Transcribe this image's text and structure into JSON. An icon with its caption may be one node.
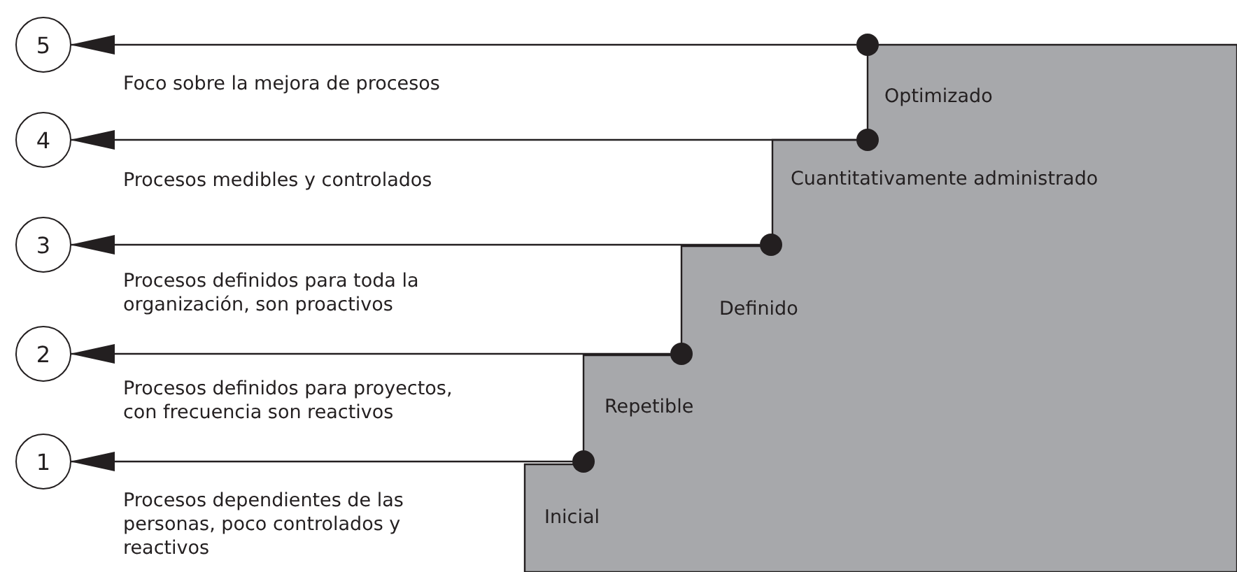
{
  "diagram": {
    "nodes": [
      {
        "text": [
          "5"
        ]
      },
      {
        "text": [],
        "shape": "circle"
      },
      {
        "text": [
          "4"
        ]
      },
      {
        "text": [],
        "shape": "circle"
      },
      {
        "text": [
          "3"
        ]
      },
      {
        "text": [],
        "shape": "circle"
      },
      {
        "text": [
          "2"
        ]
      },
      {
        "text": [],
        "shape": "circle"
      },
      {
        "text": [
          "1"
        ]
      },
      {
        "text": [],
        "shape": "circle"
      }
    ],
    "edges": [
      {
        "from": 1,
        "to": 0,
        "arrow": "to"
      },
      {
        "from": 3,
        "to": 2,
        "arrow": "to"
      },
      {
        "from": 5,
        "to": 4,
        "arrow": "to"
      },
      {
        "from": 7,
        "to": 6,
        "arrow": "to"
      },
      {
        "from": 9,
        "to": 8,
        "arrow": "to"
      }
    ],
    "labels": [
      "Foco sobre la mejora de procesos",
      "Optimizado",
      "Procesos medibles y controlados",
      "Cuantitativamente administrado",
      "Procesos definidos para toda la organización, son proactivos",
      "Definido",
      "Procesos definidos para proyectos, con frecuencia son reactivos",
      "Repetible",
      "Procesos dependientes de las personas, poco controlados y reactivos",
      "Inicial"
    ]
  }
}
